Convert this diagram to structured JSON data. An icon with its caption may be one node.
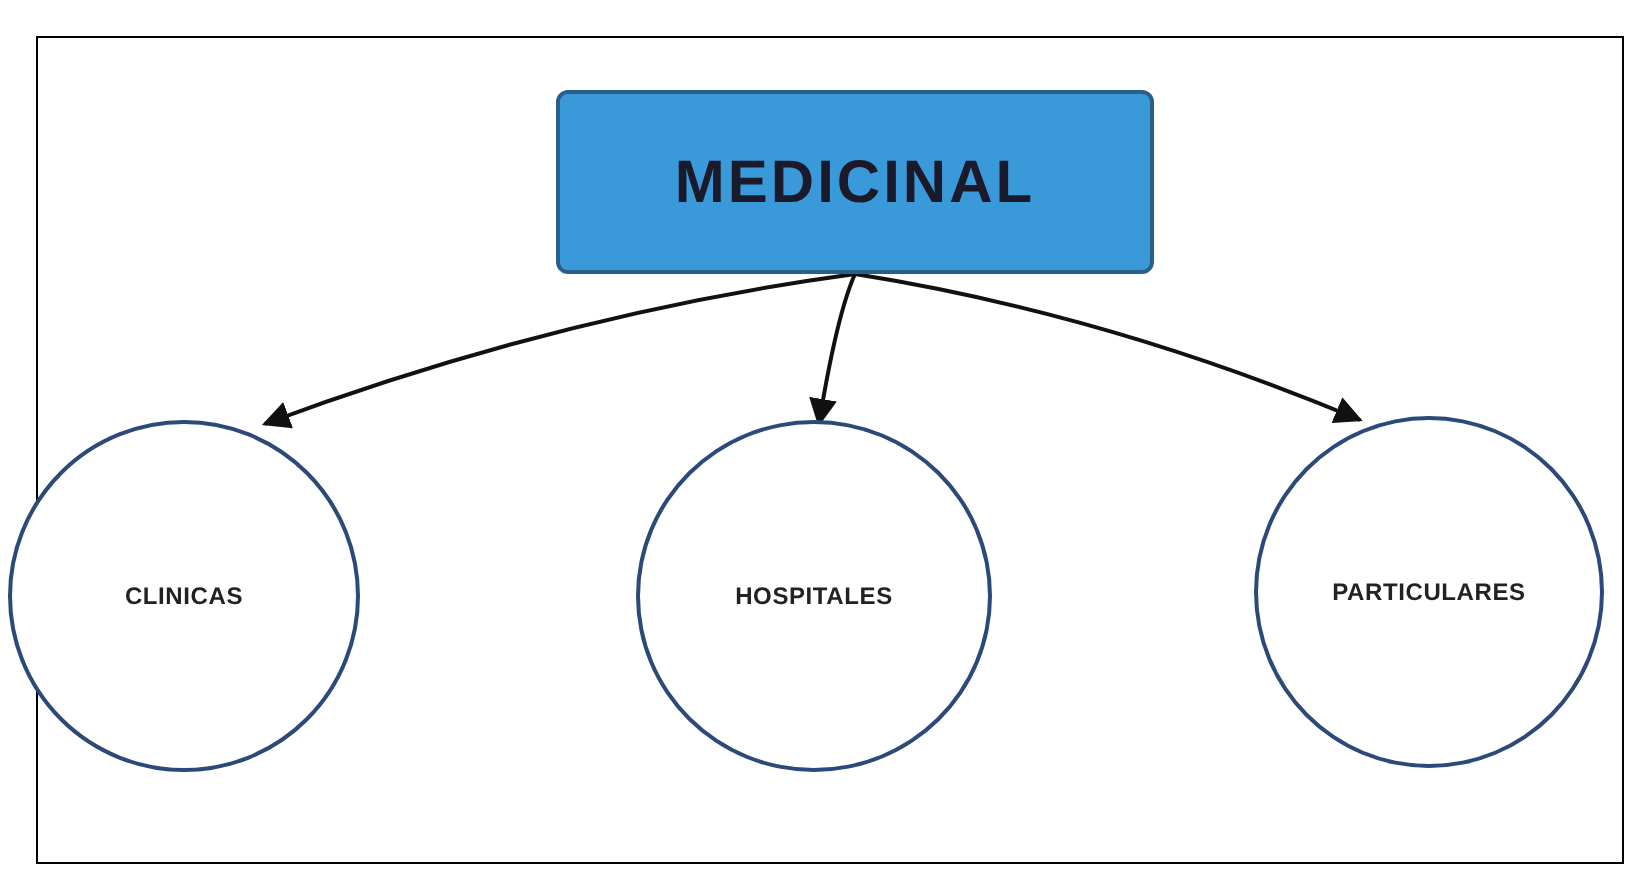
{
  "diagram": {
    "nodes": [
      {
        "text": [
          "MEDICINAL"
        ]
      },
      {
        "text": [
          "CLINICAS"
        ]
      },
      {
        "text": [
          "HOSPITALES"
        ]
      },
      {
        "text": [
          "PARTICULARES"
        ]
      }
    ],
    "edges": [
      {
        "from": 0,
        "to": 1,
        "arrow": "to"
      },
      {
        "from": 0,
        "to": 2,
        "arrow": "to"
      },
      {
        "from": 0,
        "to": 3,
        "arrow": "to"
      }
    ]
  }
}
